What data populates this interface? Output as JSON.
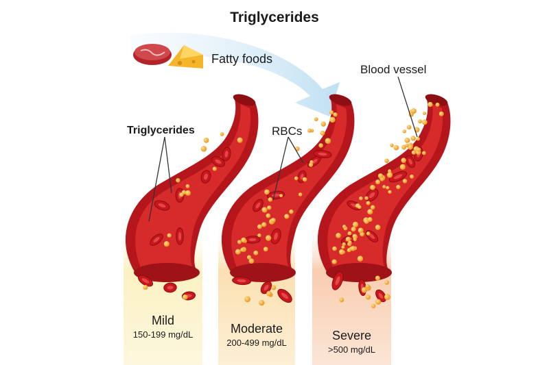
{
  "title": "Triglycerides",
  "labels": {
    "fatty_foods": "Fatty foods",
    "blood_vessel": "Blood vessel",
    "triglycerides": "Triglycerides",
    "rbcs": "RBCs"
  },
  "panels": [
    {
      "severity": "Mild",
      "range": "150-199 mg/dL",
      "density": 12
    },
    {
      "severity": "Moderate",
      "range": "200-499 mg/dL",
      "density": 40
    },
    {
      "severity": "Severe",
      "range": ">500 mg/dL",
      "density": 80
    }
  ],
  "colors": {
    "vessel_outer": "#b5161c",
    "vessel_inner": "#d72a2a",
    "rbc": "#c8161c",
    "triglyceride": "#f2a524",
    "arrow": "#cfe7f5",
    "panel_mild": "#fbf1c2",
    "panel_moderate": "#fbe0b0",
    "panel_severe": "#f9cdb0"
  },
  "icons": {
    "meat": "meat-steak-icon",
    "cheese": "cheese-wedge-icon"
  }
}
